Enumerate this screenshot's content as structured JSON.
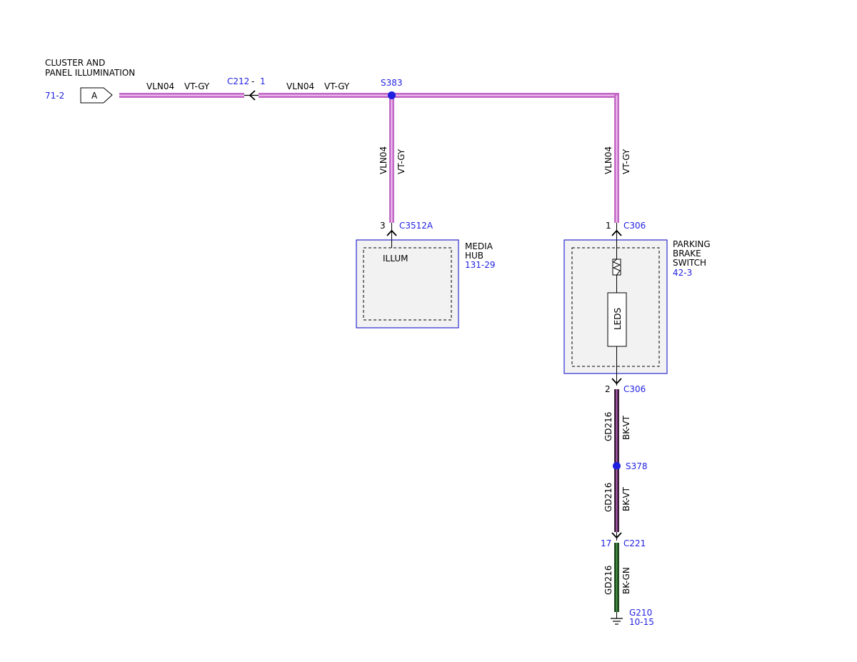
{
  "source": {
    "title_line1": "CLUSTER AND",
    "title_line2": "PANEL ILLUMINATION",
    "ref": "71-2",
    "connector_letter": "A"
  },
  "wires": {
    "vln04_label": "VLN04",
    "vtgy_label": "VT-GY",
    "gd216_label": "GD216",
    "bkvt_label": "BK-VT",
    "bkgn_label": "BK-GN"
  },
  "connectors": {
    "c212": "C212",
    "c212_dash": "-",
    "c212_pin": "1",
    "c3512a": "C3512A",
    "c3512a_pin": "3",
    "c306": "C306",
    "c306_pin1": "1",
    "c306_pin2": "2",
    "c221": "C221",
    "c221_pin": "17"
  },
  "splices": {
    "s383": "S383",
    "s378": "S378"
  },
  "media_hub": {
    "name_line1": "MEDIA",
    "name_line2": "HUB",
    "ref": "131-29",
    "internal_label": "ILLUM"
  },
  "parking_brake": {
    "name_line1": "PARKING",
    "name_line2": "BRAKE",
    "name_line3": "SWITCH",
    "ref": "42-3",
    "leds_label": "LEDS"
  },
  "ground": {
    "name": "G210",
    "ref": "10-15"
  },
  "colors": {
    "vt_gy": "#c46ac8",
    "bk_vt": "#3a1f3b",
    "bk_gn": "#1e4a1e",
    "ref_blue": "#1f1fe0"
  }
}
